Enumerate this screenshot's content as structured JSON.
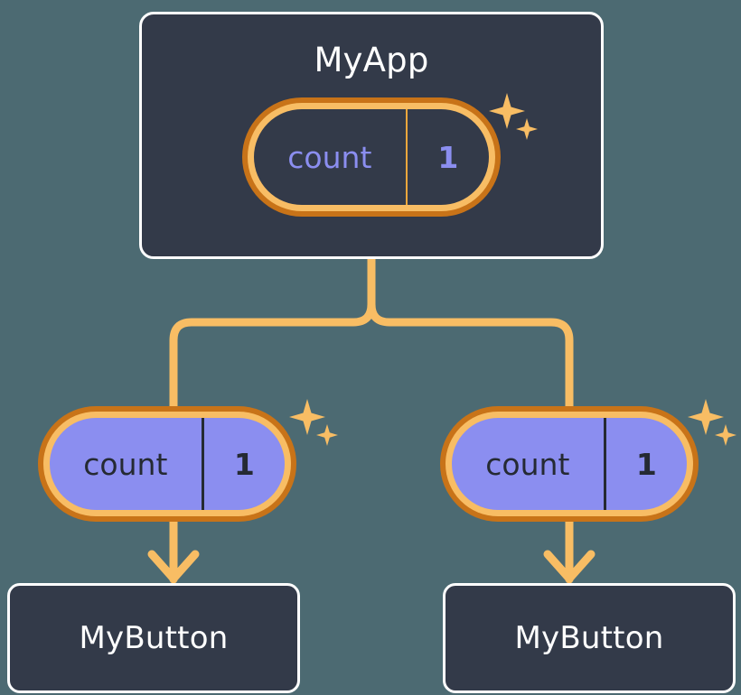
{
  "diagram": {
    "title_implied": "React state propagation tree",
    "background_color": "#4c6a72",
    "accent_color": "#f8bd64",
    "accent_dark_color": "#c87318",
    "state_color": "#8b8ef0",
    "card_color": "#333a49"
  },
  "root": {
    "label": "MyApp",
    "state": {
      "key": "count",
      "value": "1",
      "style": "outlined",
      "sparkle_icon": "sparkles-icon"
    }
  },
  "children": [
    {
      "label": "MyButton",
      "state": {
        "key": "count",
        "value": "1",
        "style": "filled",
        "sparkle_icon": "sparkles-icon"
      }
    },
    {
      "label": "MyButton",
      "state": {
        "key": "count",
        "value": "1",
        "style": "filled",
        "sparkle_icon": "sparkles-icon"
      }
    }
  ],
  "connectors": {
    "trunk_icon": "branch-connector",
    "arrow_icon": "arrow-down-icon",
    "count": 2
  }
}
